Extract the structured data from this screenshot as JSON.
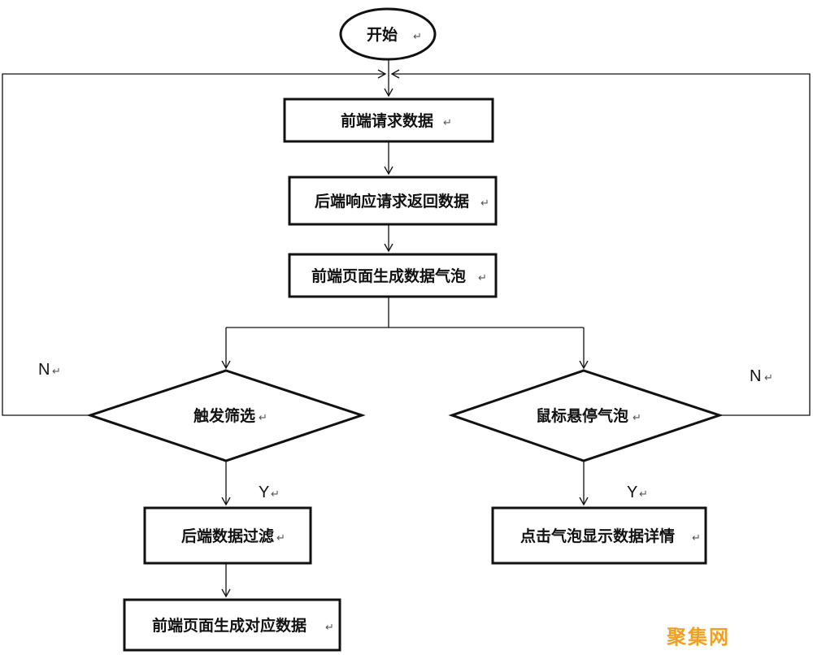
{
  "nodes": {
    "start": "开始",
    "frontend_request": "前端请求数据",
    "backend_return": "后端响应请求返回数据",
    "frontend_bubbles": "前端页面生成数据气泡",
    "trigger_filter": "触发筛选",
    "mouse_hover": "鼠标悬停气泡",
    "backend_filter": "后端数据过滤",
    "click_details": "点击气泡显示数据详情",
    "frontend_generate": "前端页面生成对应数据"
  },
  "branch_labels": {
    "filter_no": "N",
    "hover_no": "N",
    "filter_yes": "Y",
    "hover_yes": "Y"
  },
  "paragraph_mark": "↵",
  "watermark": "聚集网",
  "colors": {
    "stroke": "#111111",
    "watermark": "#f0a020"
  }
}
